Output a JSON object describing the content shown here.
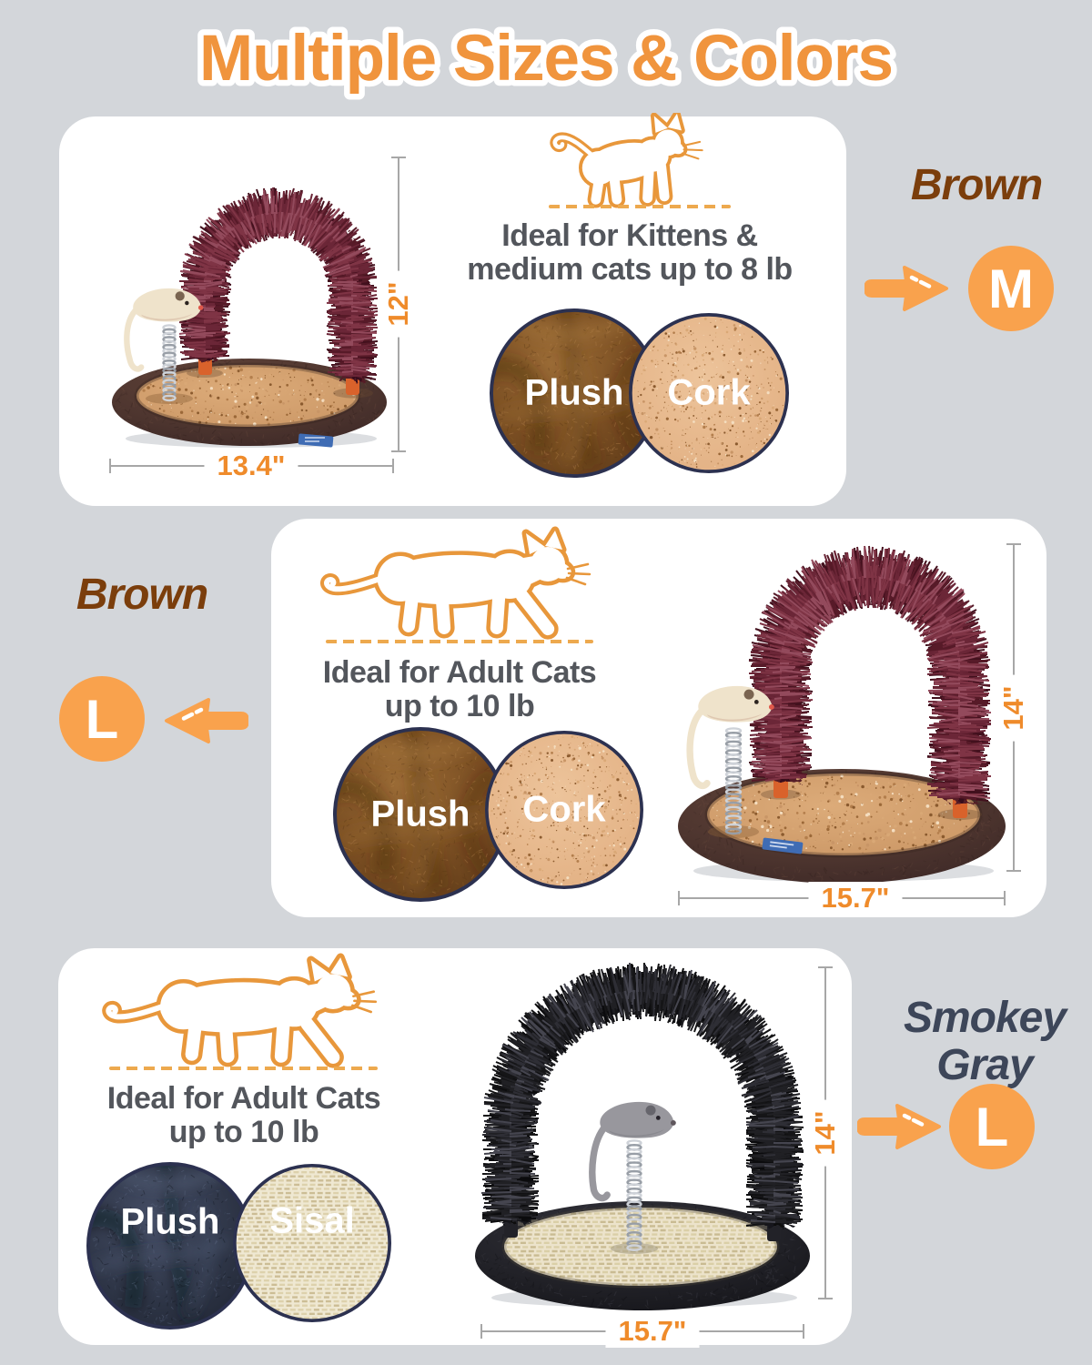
{
  "title": "Multiple Sizes & Colors",
  "cards": [
    {
      "color_name": "Brown",
      "size_letter": "M",
      "fit_line1": "Ideal for Kittens &",
      "fit_line2": "medium cats up to 8 lb",
      "materials": [
        "Plush",
        "Cork"
      ],
      "height_label": "12\"",
      "width_label": "13.4\""
    },
    {
      "color_name": "Brown",
      "size_letter": "L",
      "fit_line1": "Ideal for Adult Cats",
      "fit_line2": "up to 10 lb",
      "materials": [
        "Plush",
        "Cork"
      ],
      "height_label": "14\"",
      "width_label": "15.7\""
    },
    {
      "color_name": "Smokey Gray",
      "size_letter": "L",
      "fit_line1": "Ideal for Adult Cats",
      "fit_line2": "up to 10 lb",
      "materials": [
        "Plush",
        "Sisal"
      ],
      "height_label": "14\"",
      "width_label": "15.7\""
    }
  ],
  "theme": {
    "accent_orange": "#f9a24d",
    "title_orange": "#f0943d",
    "dim_orange": "#ef8b2b",
    "brown_label": "#7b3e0c",
    "gray_label": "#3d4659",
    "text_gray": "#53565c",
    "background": "#d3d6da",
    "card": "#ffffff"
  }
}
